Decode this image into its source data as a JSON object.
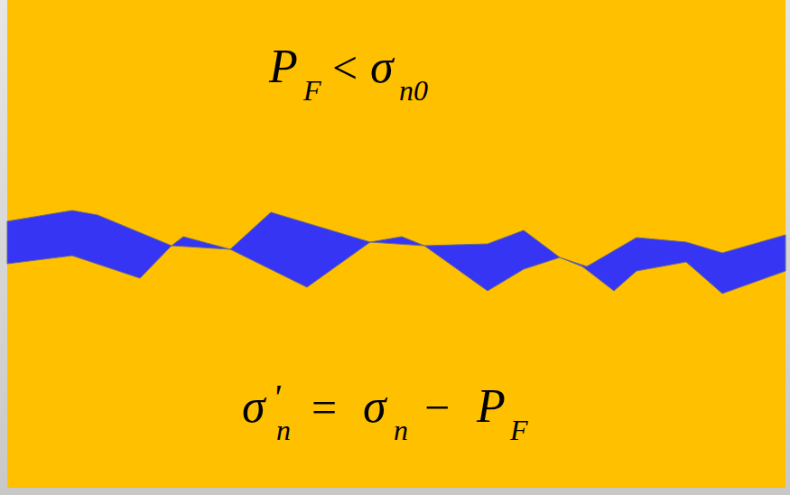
{
  "diagram": {
    "labels": [
      "P",
      "F",
      "<",
      "σ",
      "n0",
      "σ",
      "'",
      "n",
      "=",
      "σ",
      "n",
      "−",
      "P",
      "F"
    ]
  }
}
